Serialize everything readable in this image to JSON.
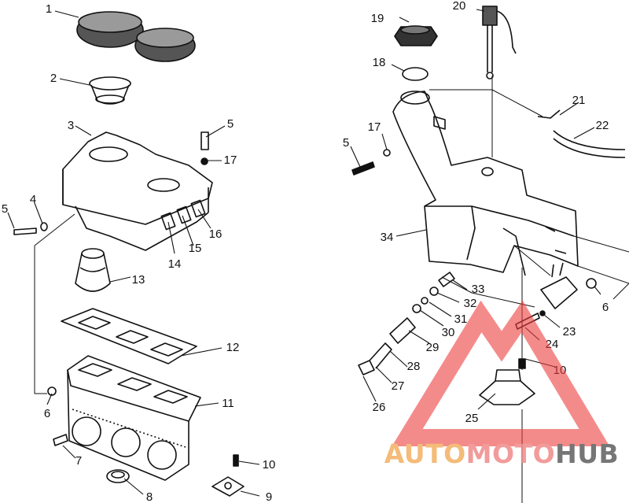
{
  "callouts": [
    {
      "id": "c1",
      "text": "1"
    },
    {
      "id": "c2",
      "text": "2"
    },
    {
      "id": "c3",
      "text": "3"
    },
    {
      "id": "c4",
      "text": "4"
    },
    {
      "id": "c5a",
      "text": "5"
    },
    {
      "id": "c5b",
      "text": "5"
    },
    {
      "id": "c5c",
      "text": "5"
    },
    {
      "id": "c6a",
      "text": "6"
    },
    {
      "id": "c6b",
      "text": "6"
    },
    {
      "id": "c7",
      "text": "7"
    },
    {
      "id": "c8",
      "text": "8"
    },
    {
      "id": "c9",
      "text": "9"
    },
    {
      "id": "c10a",
      "text": "10"
    },
    {
      "id": "c10b",
      "text": "10"
    },
    {
      "id": "c11",
      "text": "11"
    },
    {
      "id": "c12",
      "text": "12"
    },
    {
      "id": "c13",
      "text": "13"
    },
    {
      "id": "c14",
      "text": "14"
    },
    {
      "id": "c15",
      "text": "15"
    },
    {
      "id": "c16",
      "text": "16"
    },
    {
      "id": "c17a",
      "text": "17"
    },
    {
      "id": "c17b",
      "text": "17"
    },
    {
      "id": "c18",
      "text": "18"
    },
    {
      "id": "c19",
      "text": "19"
    },
    {
      "id": "c20",
      "text": "20"
    },
    {
      "id": "c21",
      "text": "21"
    },
    {
      "id": "c22",
      "text": "22"
    },
    {
      "id": "c23",
      "text": "23"
    },
    {
      "id": "c24",
      "text": "24"
    },
    {
      "id": "c25",
      "text": "25"
    },
    {
      "id": "c26",
      "text": "26"
    },
    {
      "id": "c27",
      "text": "27"
    },
    {
      "id": "c28",
      "text": "28"
    },
    {
      "id": "c29",
      "text": "29"
    },
    {
      "id": "c30",
      "text": "30"
    },
    {
      "id": "c31",
      "text": "31"
    },
    {
      "id": "c32",
      "text": "32"
    },
    {
      "id": "c33",
      "text": "33"
    },
    {
      "id": "c34",
      "text": "34"
    }
  ],
  "watermark": {
    "part1": "AUTO",
    "part2": "MOTO",
    "part3": "HUB",
    "colors": {
      "auto": "#f3b062",
      "moto": "#f08a8a",
      "hub": "#5f5f5f",
      "triangle": "#ee3d3d"
    }
  }
}
